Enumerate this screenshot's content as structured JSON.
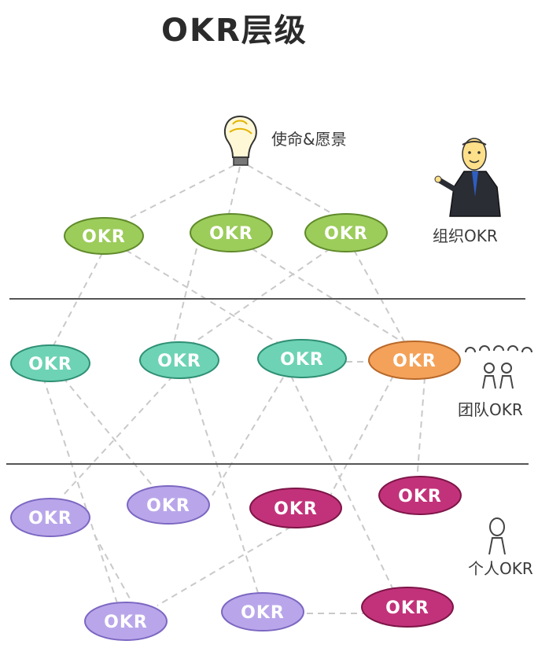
{
  "title": "OKR层级",
  "top_label": "使命&愿景",
  "levels": {
    "org": "组织OKR",
    "team": "团队OKR",
    "personal": "个人OKR"
  },
  "node_label": "OKR",
  "colors": {
    "green": "#9ccc5a",
    "green_stroke": "#5f8a2a",
    "teal": "#6dd3b4",
    "teal_stroke": "#2f8f74",
    "orange": "#f4a259",
    "orange_stroke": "#b8682a",
    "lavender": "#b9a6ea",
    "lavender_stroke": "#7c67c2",
    "magenta": "#c2327a",
    "magenta_stroke": "#7d1548"
  },
  "icons": {
    "mission": "lightbulb-icon",
    "org": "businessman-icon",
    "team": "team-people-icon",
    "personal": "person-icon"
  }
}
